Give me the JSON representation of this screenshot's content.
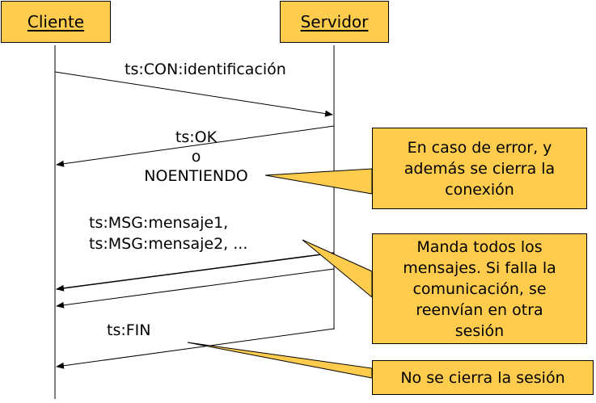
{
  "actors": {
    "client": "Cliente",
    "server": "Servidor"
  },
  "messages": {
    "connect": "ts:CON:identificación",
    "ok": "ts:OK",
    "or": "o",
    "noentiendo": "NOENTIENDO",
    "msg1": "ts:MSG:mensaje1,",
    "msg2": "ts:MSG:mensaje2, ...",
    "fin": "ts:FIN"
  },
  "notes": {
    "error": [
      "En caso de error, y",
      "además se cierra la",
      "conexión"
    ],
    "messages": [
      "Manda todos los",
      "mensajes. Si falla la",
      "comunicación, se",
      "reenvían en otra",
      "sesión"
    ],
    "fin": [
      "No se cierra la sesión"
    ]
  },
  "colors": {
    "box_fill": "#FFCC4D",
    "line": "#000000"
  }
}
